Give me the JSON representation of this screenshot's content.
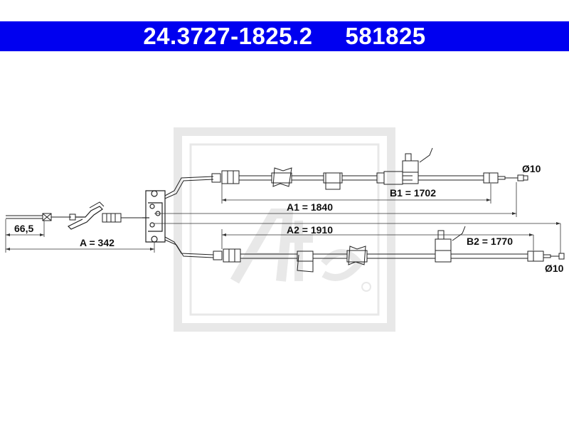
{
  "header": {
    "part_number": "24.3727-1825.2",
    "ref_number": "581825"
  },
  "dimensions": {
    "a1": "A1 = 1840",
    "a2": "A2 = 1910",
    "b1": "B1 = 1702",
    "b2": "B2 = 1770",
    "a": "A = 342",
    "offset": "66,5",
    "dia_top": "Ø10",
    "dia_bottom": "Ø10"
  },
  "colors": {
    "header_bg": "#0000f0",
    "header_text": "#ffffff",
    "line": "#222222",
    "watermark": "#e6e6e6"
  }
}
